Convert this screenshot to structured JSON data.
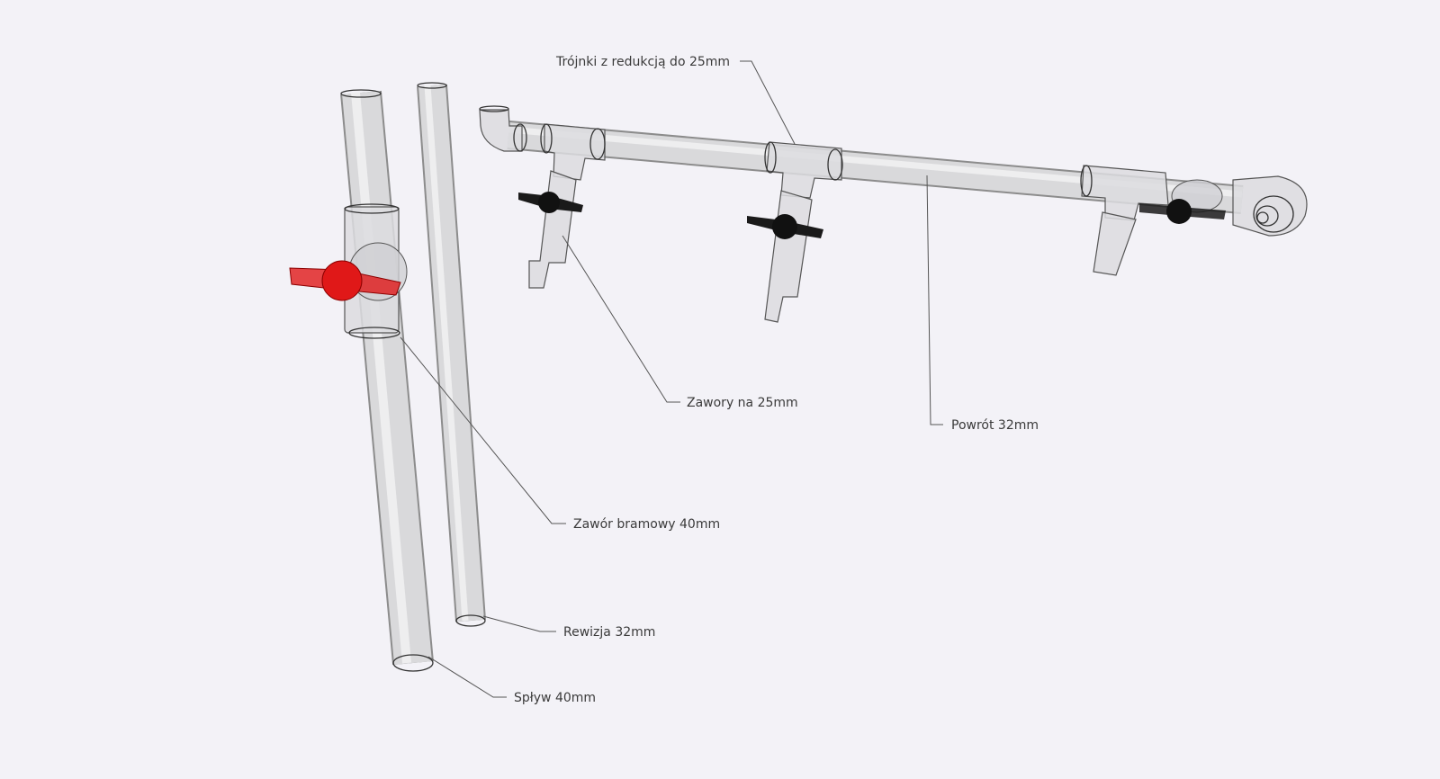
{
  "labels": {
    "tees": "Trójnki z redukcją do 25mm",
    "valves": "Zawory na 25mm",
    "return": "Powrót 32mm",
    "gate_valve": "Zawór bramowy 40mm",
    "inspection": "Rewizja 32mm",
    "drain": "Spływ 40mm"
  },
  "colors": {
    "background": "#f3f2f7",
    "gate_valve_handle": "#e01818",
    "valve_handle": "#1a1a1a"
  }
}
